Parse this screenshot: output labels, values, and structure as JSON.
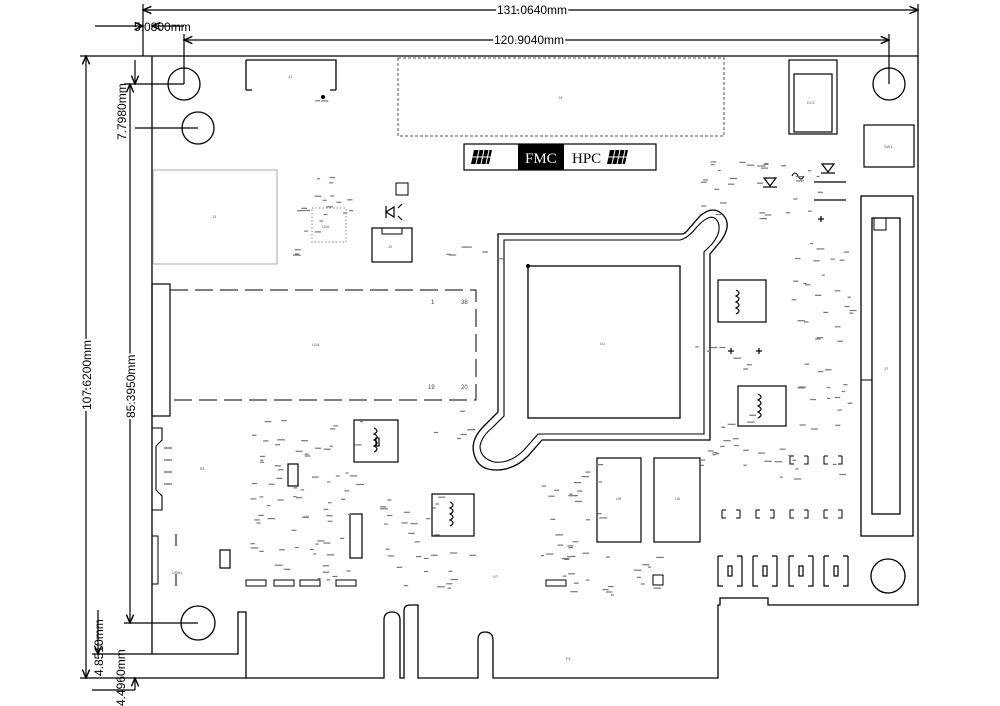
{
  "dimensions": {
    "top_outer": "131.0640mm",
    "top_inner": "120.9040mm",
    "left_offset": "5.0800mm",
    "left_outer": "107.6200mm",
    "left_inner": "85.3950mm",
    "left_hole": "7.7980mm",
    "bottom_a": "4.8510mm",
    "bottom_b": "4.4960mm"
  },
  "label": {
    "fmc": "FMC",
    "hpc": "HPC"
  },
  "connector_pins": {
    "p1": "1",
    "p38": "38",
    "p19": "19",
    "p20": "20"
  },
  "refs": {
    "j1": "J1",
    "j4": "J4",
    "dc1": "DC1",
    "sw1": "SW1",
    "j3": "J3",
    "u1": "U1",
    "u16": "U16",
    "u18": "U18",
    "j7": "J7",
    "b1": "B1",
    "u5": "U5",
    "u6": "U6",
    "u7": "U7",
    "u8": "U8",
    "j2": "J2",
    "p1": "P1",
    "usb1": "USB1",
    "j5": "J5"
  },
  "colors": {
    "outline": "#000000",
    "silkscreen": "#555555",
    "board_fill": "#ffffff"
  }
}
